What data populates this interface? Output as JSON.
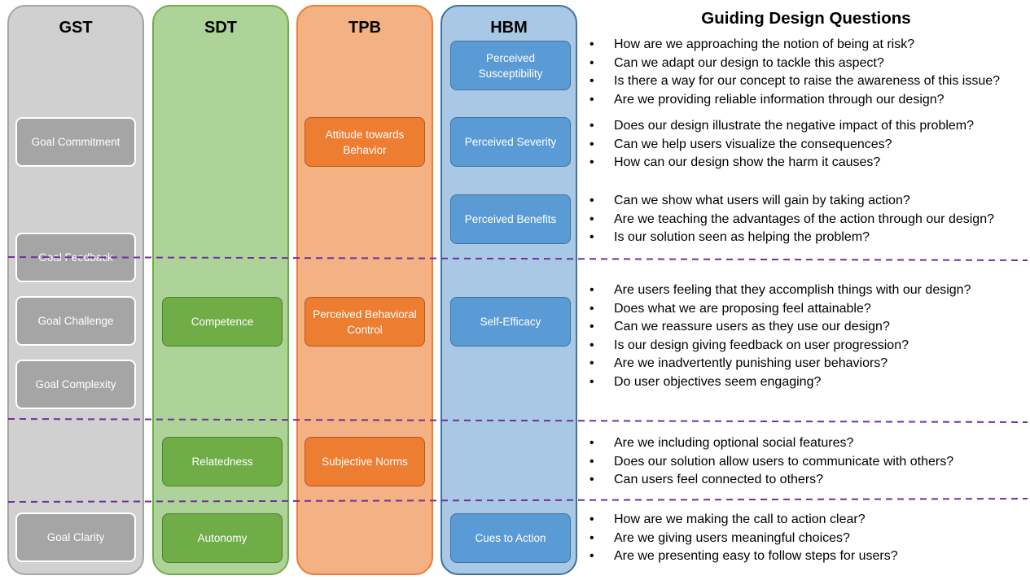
{
  "columns": {
    "gst": {
      "title": "GST",
      "items": [
        "Goal Commitment",
        "Goal Feedback",
        "Goal Challenge",
        "Goal Complexity",
        "Goal Clarity"
      ]
    },
    "sdt": {
      "title": "SDT",
      "items": [
        "Competence",
        "Relatedness",
        "Autonomy"
      ]
    },
    "tpb": {
      "title": "TPB",
      "items": [
        "Attitude towards Behavior",
        "Perceived Behavioral Control",
        "Subjective Norms"
      ]
    },
    "hbm": {
      "title": "HBM",
      "items": [
        "Perceived Susceptibility",
        "Perceived Severity",
        "Perceived Benefits",
        "Self-Efficacy",
        "Cues to Action"
      ]
    }
  },
  "questions": {
    "title": "Guiding Design Questions",
    "groups": [
      [
        "How are we approaching the notion of being at risk?",
        "Can we adapt our design to tackle this aspect?",
        "Is there a way for our concept to raise the awareness of this issue?",
        "Are we providing reliable information through our design?"
      ],
      [
        "Does our design illustrate the negative impact of this problem?",
        "Can we help users visualize the consequences?",
        "How can our design show the harm it causes?"
      ],
      [
        "Can we show what users will gain by taking action?",
        "Are we teaching the advantages of the action through our design?",
        "Is our solution seen as helping the problem?"
      ],
      [
        "Are users feeling that they accomplish things with our design?",
        "Does what we are proposing feel attainable?",
        "Can we reassure users as they use our design?",
        "Is our design giving feedback on user progression?",
        "Are we inadvertently punishing user behaviors?",
        "Do user objectives seem engaging?"
      ],
      [
        "Are we including optional social features?",
        "Does our solution allow users to communicate with others?",
        "Can users feel connected to others?"
      ],
      [
        "How are we making the call to action clear?",
        "Are we giving users meaningful choices?",
        "Are we presenting easy to follow steps for users?"
      ]
    ]
  },
  "colors": {
    "gst": "#a5a5a5",
    "sdt": "#70ad47",
    "tpb": "#ed7d31",
    "hbm": "#5b9bd5",
    "divider": "#7030a0"
  }
}
